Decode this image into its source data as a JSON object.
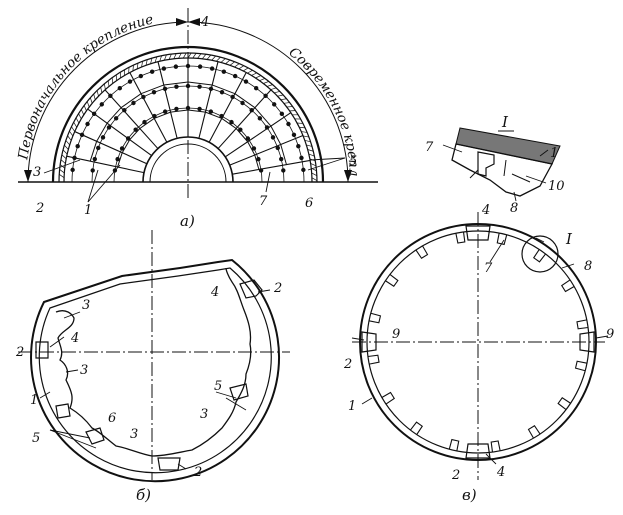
{
  "arc_labels": {
    "left": "Первоначальное крепление",
    "right": "Современное крепление"
  },
  "panels": {
    "a": {
      "caption": "а)"
    },
    "b": {
      "caption": "б)"
    },
    "c": {
      "caption": "в)"
    },
    "detail": {
      "title": "I"
    }
  },
  "labels": {
    "a": [
      "4",
      "3",
      "2",
      "1",
      "7",
      "6",
      "5"
    ],
    "detail": [
      "7",
      "1",
      "10",
      "8"
    ],
    "b": [
      "3",
      "4",
      "2",
      "4",
      "2",
      "3",
      "1",
      "5",
      "6",
      "3",
      "3",
      "5",
      "2"
    ],
    "c": [
      "4",
      "I",
      "7",
      "8",
      "9",
      "2",
      "9",
      "1",
      "2",
      "4"
    ]
  }
}
